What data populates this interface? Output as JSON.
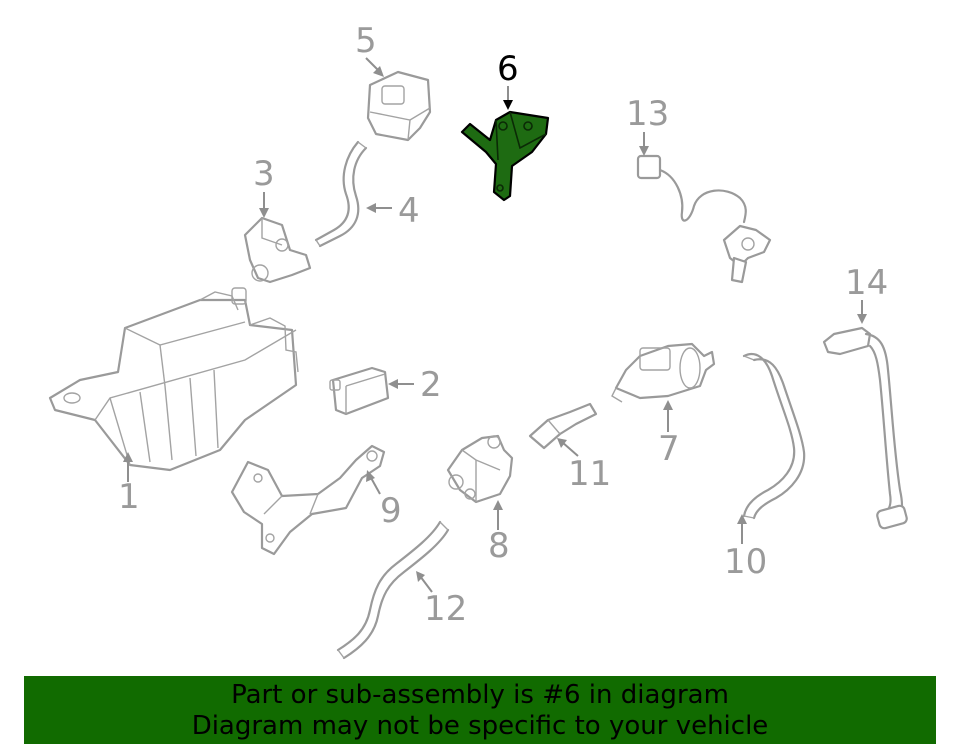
{
  "diagram": {
    "callouts": {
      "c1": "1",
      "c2": "2",
      "c3": "3",
      "c4": "4",
      "c5": "5",
      "c6": "6",
      "c7": "7",
      "c8": "8",
      "c9": "9",
      "c10": "10",
      "c11": "11",
      "c12": "12",
      "c13": "13",
      "c14": "14"
    },
    "highlighted_part": "6"
  },
  "banner": {
    "line1": "Part or sub-assembly is #6 in diagram",
    "line2": "Diagram may not be specific to your vehicle"
  },
  "colors": {
    "highlight": "#1e6b12",
    "banner": "#116b00",
    "parts": "#9a9a9a"
  }
}
